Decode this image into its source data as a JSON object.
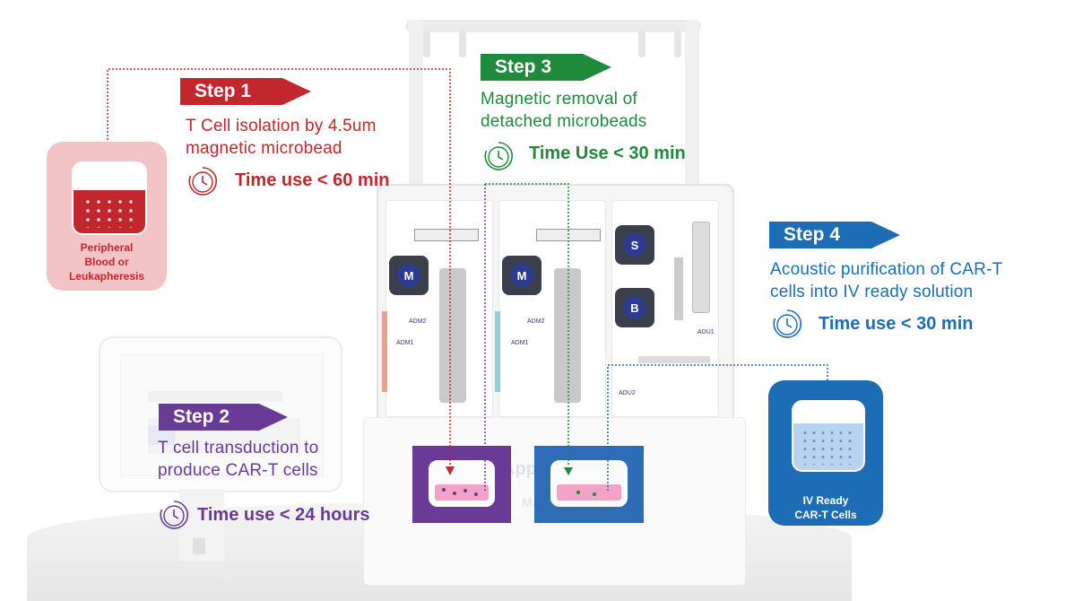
{
  "steps": [
    {
      "label": "Step 1",
      "description": "T Cell isolation by 4.5um magnetic microbead",
      "time": "Time use < 60 min",
      "color": "#c1272d"
    },
    {
      "label": "Step 2",
      "description": " T cell transduction to produce CAR-T cells",
      "time": "Time use < 24 hours",
      "color": "#6a3a97"
    },
    {
      "label": "Step 3",
      "description": "Magnetic removal of detached microbeads",
      "time": "Time Use < 30 min",
      "color": "#1f8a3c"
    },
    {
      "label": "Step 4",
      "description": "Acoustic purification of CAR-T cells into IV ready solution",
      "time": "Time use < 30 min",
      "color": "#1c6db5"
    }
  ],
  "source_bag": {
    "label": "Peripheral Blood or Leukapheresis",
    "card_color": "#f2c4c6",
    "fluid_color": "#c1272d",
    "text_color": "#c1272d"
  },
  "output_bag": {
    "label": "IV Ready CAR-T Cells",
    "card_color": "#1c6db5",
    "fluid_color": "#b9d3ef",
    "text_color": "#ffffff"
  },
  "device": {
    "magnet_labels": [
      "M",
      "M"
    ],
    "module_labels": [
      "S",
      "B"
    ],
    "small_labels": [
      "ADM2",
      "ADM1",
      "ADM2",
      "ADM1",
      "ADU1",
      "ADU2"
    ],
    "watermark": "Applied Cells",
    "model": "MARS Atlas"
  },
  "icons": {
    "clock": "clock-icon",
    "arrow": "chevron-arrow"
  }
}
